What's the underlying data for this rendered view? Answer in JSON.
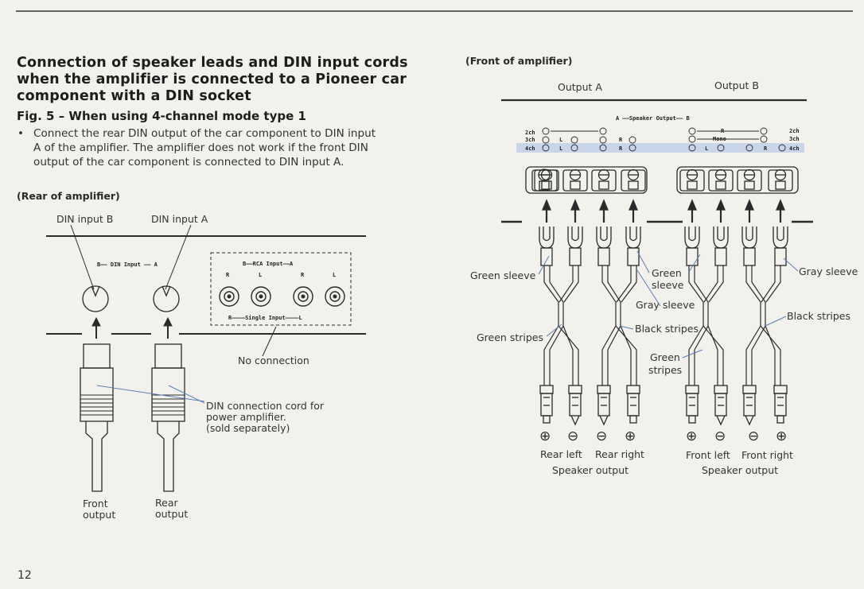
{
  "heading": {
    "line1": "Connection of speaker leads and DIN input cords",
    "line2": "when the amplifier is connected to a Pioneer car",
    "line3": "component with a DIN socket"
  },
  "figure_title": "Fig. 5 – When using 4-channel mode type 1",
  "bullet": {
    "symbol": "•",
    "line1": "Connect the rear DIN output of the car component to DIN input",
    "line2": "A of the amplifier.  The amplifier does not work if the front DIN",
    "line3": "output of the car component is connected to DIN input A."
  },
  "rear": {
    "title": "(Rear of amplifier)",
    "din_input_b": "DIN input B",
    "din_input_a": "DIN input A",
    "panel_din_label": "B—— DIN Input —— A",
    "rca_input_label": "B——RCA Input——A",
    "rca_channels": [
      "R",
      "L",
      "R",
      "L"
    ],
    "single_input_label": "R————Single Input————L",
    "no_connection": "No connection",
    "cord_note_1": "DIN connection cord for",
    "cord_note_2": "power amplifier.",
    "cord_note_3": "(sold separately)",
    "front_output_1": "Front",
    "front_output_2": "output",
    "rear_output_1": "Rear",
    "rear_output_2": "output"
  },
  "front": {
    "title": "(Front of amplifier)",
    "output_a": "Output A",
    "output_b": "Output B",
    "speaker_output_header": "A ——Speaker Output—— B",
    "row_2ch": "2ch",
    "row_3ch": "3ch",
    "row_4ch": "4ch",
    "mono": "Mono",
    "ch_L": "L",
    "ch_R": "R",
    "green_sleeve_left": "Green sleeve",
    "green_sleeve_mid_1": "Green",
    "green_sleeve_mid_2": "sleeve",
    "gray_sleeve_mid": "Gray sleeve",
    "gray_sleeve_right": "Gray sleeve",
    "green_stripes_left": "Green stripes",
    "black_stripes_mid": "Black stripes",
    "green_stripes_mid_1": "Green",
    "green_stripes_mid_2": "stripes",
    "black_stripes_right": "Black stripes",
    "polarity": [
      "⊕",
      "⊖",
      "⊖",
      "⊕",
      "⊕",
      "⊖",
      "⊖",
      "⊕"
    ],
    "rear_left": "Rear left",
    "rear_right": "Rear right",
    "front_left": "Front left",
    "front_right": "Front right",
    "speaker_output_1": "Speaker output",
    "speaker_output_2": "Speaker output"
  },
  "page_number": "12",
  "colors": {
    "highlight_row": "#c9d6ea",
    "callout_line": "#5a7fb8",
    "ink": "#2a2a2a"
  }
}
